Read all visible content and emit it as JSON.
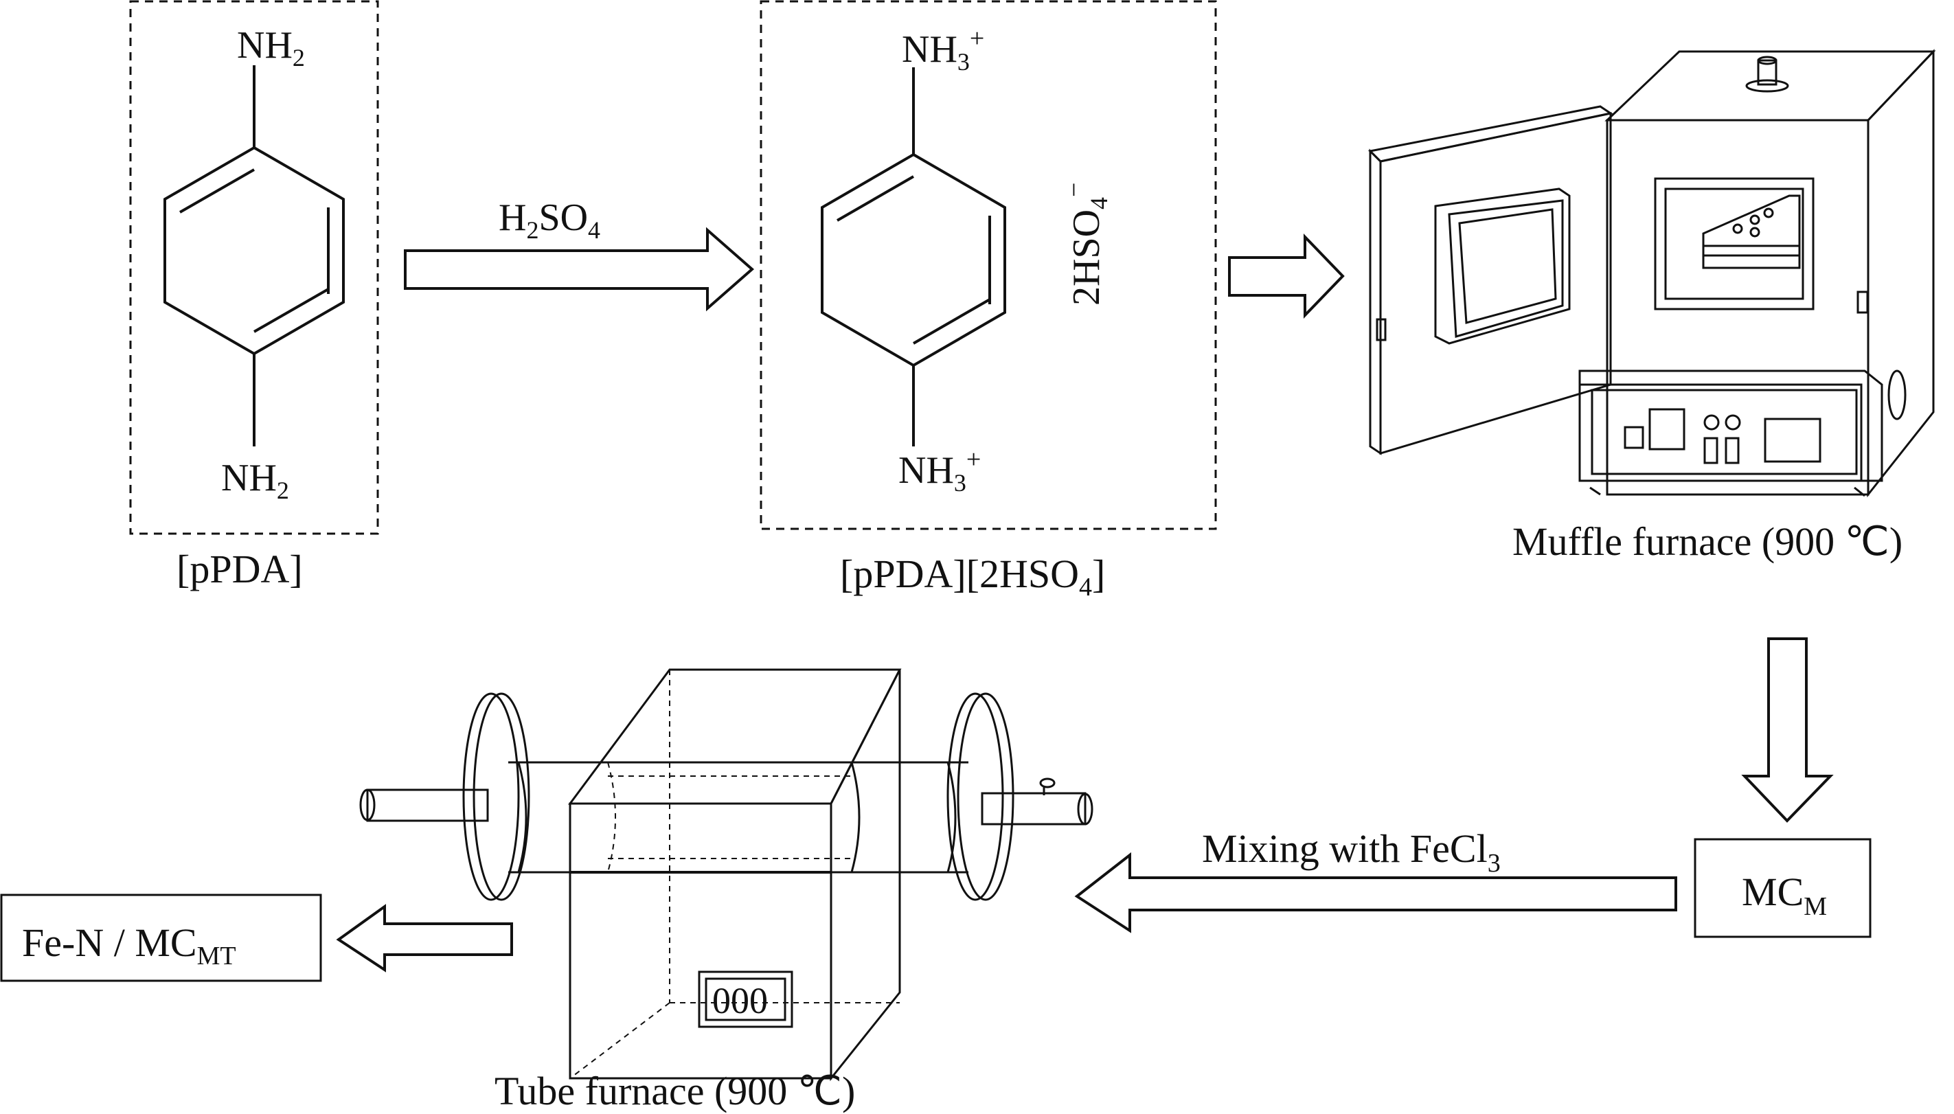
{
  "molecules": {
    "ppda": {
      "top_group": {
        "main": "NH",
        "sub": "2",
        "sup": ""
      },
      "bottom_group": {
        "main": "NH",
        "sub": "2",
        "sup": ""
      },
      "caption": "[pPDA]"
    },
    "salt": {
      "top_group": {
        "main": "NH",
        "sub": "3",
        "sup": "+"
      },
      "bottom_group": {
        "main": "NH",
        "sub": "3",
        "sup": "+"
      },
      "counter_ion": {
        "main": "2HSO",
        "sub": "4",
        "sup": "−"
      },
      "caption": {
        "main": "[pPDA][2HSO",
        "sub": "4",
        "tail": "]"
      }
    }
  },
  "reaction_arrow": {
    "main": "H",
    "sub1": "2",
    "mid": "SO",
    "sub2": "4"
  },
  "muffle_furnace": {
    "caption": "Muffle furnace (900 ℃)"
  },
  "intermediate": {
    "main": "MC",
    "sub": "M"
  },
  "mixing_arrow": {
    "main": "Mixing with FeCl",
    "sub": "3"
  },
  "tube_furnace": {
    "display": "000",
    "caption": "Tube furnace (900 ℃)"
  },
  "product": {
    "main": "Fe-N / MC",
    "sub": "MT"
  },
  "colors": {
    "stroke": "#111111",
    "background": "#ffffff"
  }
}
